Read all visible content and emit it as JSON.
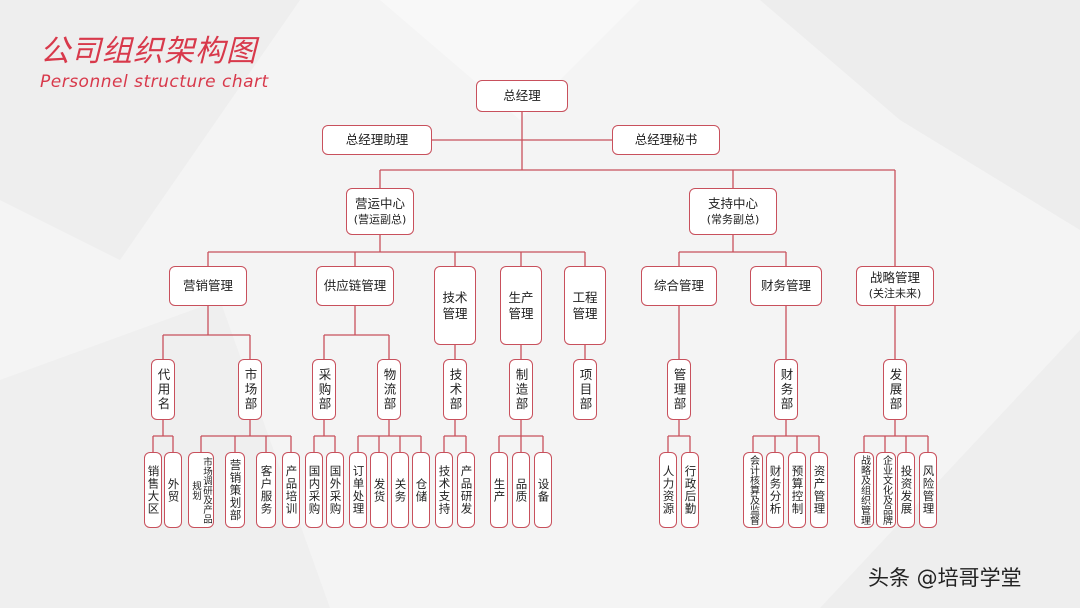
{
  "header": {
    "title": "公司组织架构图",
    "subtitle": "Personnel structure chart"
  },
  "org": {
    "ceo": "总经理",
    "assistant": "总经理助理",
    "secretary": "总经理秘书",
    "ops_center": {
      "name": "营运中心",
      "note": "(营运副总)"
    },
    "support_center": {
      "name": "支持中心",
      "note": "(常务副总)"
    },
    "strategy": {
      "name": "战略管理",
      "note": "(关注未来)"
    },
    "divisions": {
      "marketing": "营销管理",
      "supply": "供应链管理",
      "tech": "技术管理",
      "production": "生产管理",
      "engineering": "工程管理",
      "general": "综合管理",
      "finance": "财务管理"
    },
    "departments": {
      "agent": "代用名",
      "market": "市场部",
      "purchasing": "采购部",
      "logistics": "物流部",
      "techdept": "技术部",
      "manufacturing": "制造部",
      "project": "项目部",
      "admin": "管理部",
      "financedept": "财务部",
      "development": "发展部"
    },
    "units": {
      "sales_region": "销售大区",
      "foreign_trade": "外贸",
      "market_research": "市场调研及产品规划",
      "marketing_plan": "营销策划部",
      "customer_service": "客户服务",
      "product_training": "产品培训",
      "domestic_purchase": "国内采购",
      "foreign_purchase": "国外采购",
      "order_processing": "订单处理",
      "shipping": "发货",
      "customs": "关务",
      "warehouse": "仓储",
      "tech_support": "技术支持",
      "product_rd": "产品研发",
      "produce": "生产",
      "quality": "品质",
      "equipment": "设备",
      "hr": "人力资源",
      "admin_logistics": "行政后勤",
      "accounting": "会计核算及监督",
      "fin_analysis": "财务分析",
      "budget": "预算控制",
      "asset_mgmt": "资产管理",
      "strategy_org": "战略及组织管理",
      "culture_brand": "企业文化及品牌",
      "investment": "投资发展",
      "risk": "风险管理"
    }
  },
  "watermark": "头条 @培哥学堂",
  "colors": {
    "accent": "#d8394b",
    "line": "#c8505c"
  }
}
